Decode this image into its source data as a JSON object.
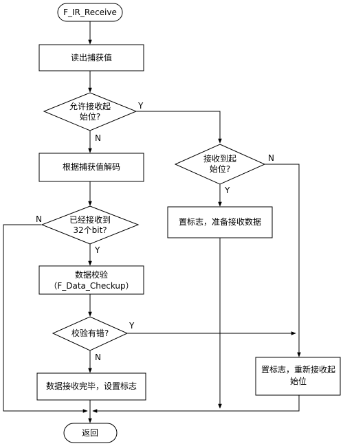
{
  "nodes": {
    "start": "F_IR_Receive",
    "read_capture": "读出捕获值",
    "allow_start_1": "允许接收起",
    "allow_start_2": "始位?",
    "decode": "根据捕获值解码",
    "received_32_1": "已经接收到",
    "received_32_2": "32个bit?",
    "checkup_1": "数据校验",
    "checkup_2": "（F_Data_Checkup）",
    "check_error": "校验有错?",
    "complete": "数据接收完毕，设置标志",
    "return": "返回",
    "recv_start_1": "接收到起",
    "recv_start_2": "始位?",
    "set_flag_prepare": "置标志，准备接收数据",
    "restart_1": "置标志，重新接收起",
    "restart_2": "始位"
  },
  "labels": {
    "allow_yes": "Y",
    "allow_no": "N",
    "recv_no": "N",
    "recv_yes": "Y",
    "bits_no": "N",
    "bits_yes": "Y",
    "err_yes": "Y",
    "err_no": "N"
  }
}
